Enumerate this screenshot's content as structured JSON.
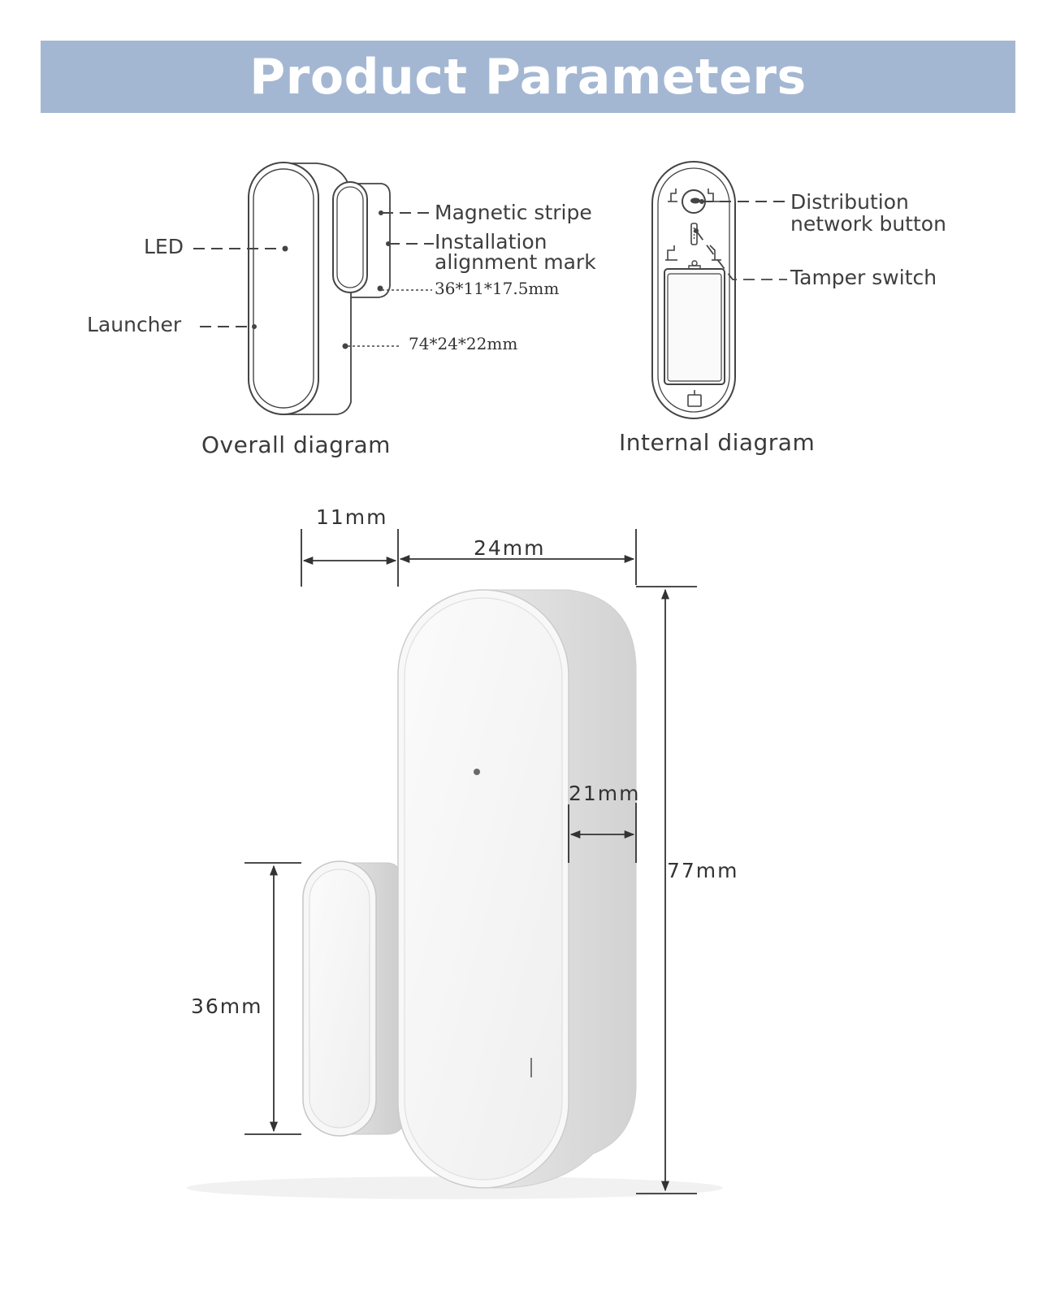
{
  "header": {
    "title": "Product Parameters"
  },
  "overall": {
    "caption": "Overall diagram",
    "labels": {
      "led": "LED",
      "launcher": "Launcher",
      "magnetic_stripe": "Magnetic stripe",
      "installation_line1": "Installation",
      "installation_line2": "alignment mark",
      "magnet_size": "36*11*17.5mm",
      "sensor_size": "74*24*22mm"
    }
  },
  "internal": {
    "caption": "Internal diagram",
    "labels": {
      "distribution_line1": "Distribution",
      "distribution_line2": "network button",
      "tamper": "Tamper switch"
    }
  },
  "dimensions": {
    "magnet_width": "11mm",
    "sensor_width": "24mm",
    "depth": "21mm",
    "height": "77mm",
    "magnet_height": "36mm"
  },
  "colors": {
    "banner": "#a4b7d2",
    "banner_text": "#ffffff",
    "line": "#444444"
  }
}
